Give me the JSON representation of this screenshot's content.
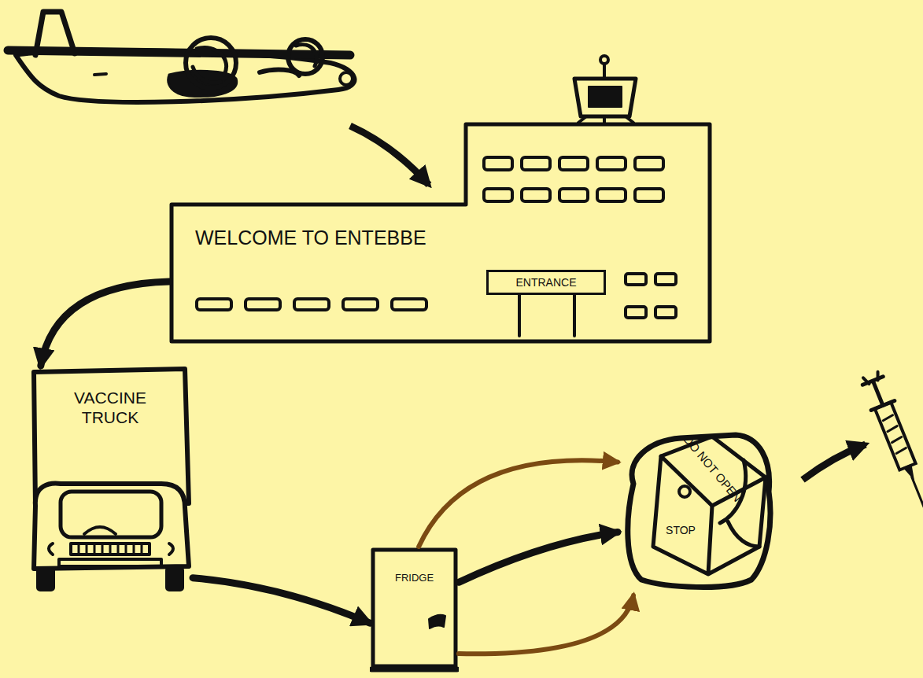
{
  "diagram": {
    "nodes": [
      {
        "text": [
          "WELCOME TO ENTEBBE"
        ]
      },
      {
        "text": [
          "ENTRANCE"
        ],
        "in": 0
      },
      {
        "text": [
          "VACCINE TRUCK"
        ]
      },
      {
        "text": [
          "FRIDGE"
        ]
      },
      {
        "text": [
          "DO NOT OPEN",
          "STOP"
        ]
      }
    ],
    "edges": [
      {
        "from": 0,
        "to": 2,
        "arrow": "to"
      },
      {
        "from": 2,
        "to": 3,
        "arrow": "to"
      },
      {
        "from": 3,
        "to": 4,
        "arrow": "to"
      },
      {
        "from": 3,
        "to": 4,
        "arrow": "to"
      },
      {
        "from": 3,
        "to": 4,
        "arrow": "to"
      }
    ]
  }
}
